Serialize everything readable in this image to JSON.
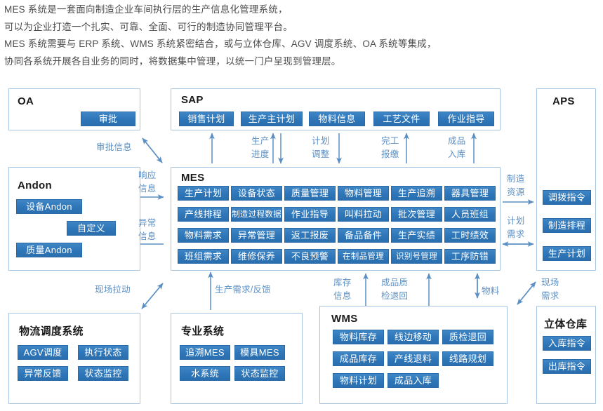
{
  "intro": {
    "lines": [
      "MES 系统是一套面向制造企业车间执行层的生产信息化管理系统，",
      "可以为企业打造一个扎实、可靠、全面、可行的制造协同管理平台。",
      "MES 系统需要与 ERP 系统、WMS 系统紧密结合，或与立体仓库、AGV 调度系统、OA 系统等集成，",
      "协同各系统开展各自业务的同时，将数据集中管理，以统一门户呈现到管理层。"
    ]
  },
  "colors": {
    "badge_blue": "#2e76b8",
    "box_border": "#a8c6e2",
    "arrow_blue": "#5b8fc4",
    "label_blue": "#5b8fc4",
    "text_dark": "#1a1a1a",
    "intro_gray": "#4d4d4d"
  },
  "boxes": {
    "oa": {
      "title": "OA",
      "items": [
        "审批"
      ]
    },
    "andon": {
      "title": "Andon",
      "items": [
        "设备Andon",
        "自定义",
        "质量Andon"
      ]
    },
    "sap": {
      "title": "SAP",
      "items": [
        "销售计划",
        "生产主计划",
        "物料信息",
        "工艺文件",
        "作业指导"
      ]
    },
    "mes": {
      "title": "MES",
      "rows": [
        [
          "生产计划",
          "设备状态",
          "质量管理",
          "物料管理",
          "生产追溯",
          "器具管理"
        ],
        [
          "产线排程",
          "制造过程数据",
          "作业指导",
          "叫料拉动",
          "批次管理",
          "人员班组"
        ],
        [
          "物料需求",
          "异常管理",
          "返工报废",
          "备品备件",
          "生产实绩",
          "工时绩效"
        ],
        [
          "班组需求",
          "维修保养",
          "不良预警",
          "在制品管理",
          "识别号管理",
          "工序防错"
        ]
      ]
    },
    "aps": {
      "title": "APS",
      "items": [
        "调拨指令",
        "制造排程",
        "生产计划"
      ]
    },
    "logistics": {
      "title": "物流调度系统",
      "rows": [
        [
          "AGV调度",
          "执行状态"
        ],
        [
          "异常反馈",
          "状态监控"
        ]
      ]
    },
    "professional": {
      "title": "专业系统",
      "rows": [
        [
          "追溯MES",
          "模具MES"
        ],
        [
          "水系统",
          "状态监控"
        ]
      ]
    },
    "wms": {
      "title": "WMS",
      "rows": [
        [
          "物料库存",
          "线边移动",
          "质检退回"
        ],
        [
          "成品库存",
          "产线退料",
          "线路规划"
        ],
        [
          "物料计划",
          "成品入库"
        ]
      ]
    },
    "warehouse": {
      "title": "立体仓库",
      "items": [
        "入库指令",
        "出库指令"
      ]
    }
  },
  "flow_labels": {
    "approval_info": "审批信息",
    "response_info_1": "响应",
    "response_info_2": "信息",
    "exception_info_1": "异常",
    "exception_info_2": "信息",
    "production_progress_1": "生产",
    "production_progress_2": "进度",
    "plan_adjust_1": "计划",
    "plan_adjust_2": "调整",
    "completion_report_1": "完工",
    "completion_report_2": "报缴",
    "finished_instock_1": "成品",
    "finished_instock_2": "入库",
    "mfg_resource_1": "制造",
    "mfg_resource_2": "资源",
    "plan_demand_1": "计划",
    "plan_demand_2": "需求",
    "onsite_pull": "现场拉动",
    "prod_demand_feedback": "生产需求/反馈",
    "stock_info_1": "库存",
    "stock_info_2": "信息",
    "fg_qc_return_1": "成品质",
    "fg_qc_return_2": "检退回",
    "material": "物料",
    "onsite_demand_1": "现场",
    "onsite_demand_2": "需求"
  }
}
